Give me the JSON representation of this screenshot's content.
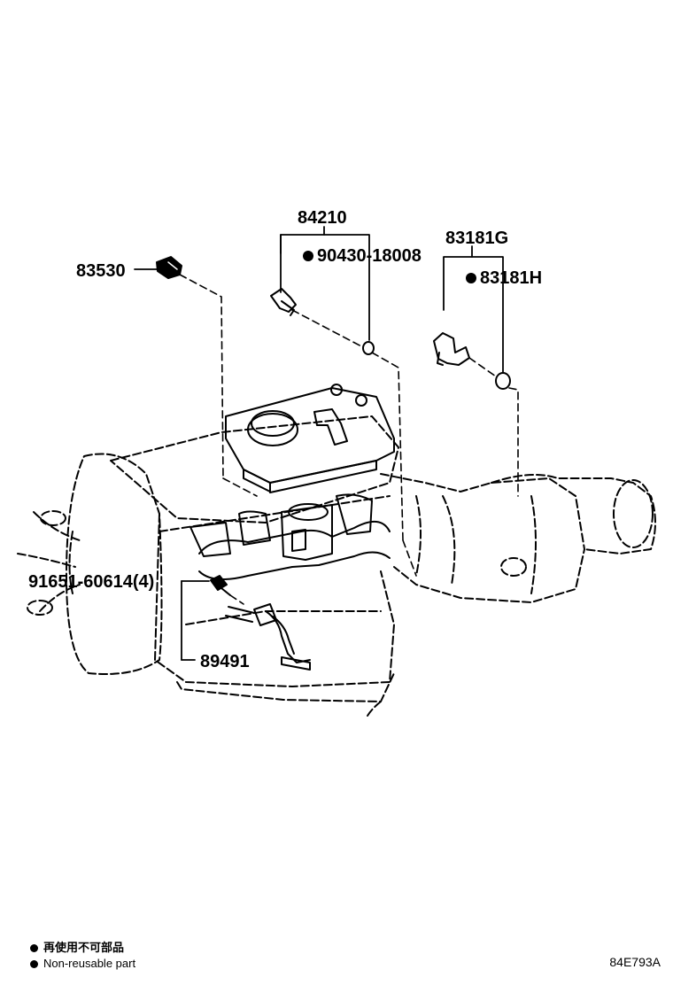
{
  "parts": {
    "p84210": "84210",
    "p90430": "90430-18008",
    "p83181g": "83181G",
    "p83181h": "83181H",
    "p83530": "83530",
    "p91651": "91651-60614(4)",
    "p89491": "89491"
  },
  "legend": {
    "jp": "再使用不可部品",
    "en": "Non-reusable part"
  },
  "illustration_code": "84E793A",
  "colors": {
    "ink": "#000000",
    "background": "#ffffff"
  }
}
